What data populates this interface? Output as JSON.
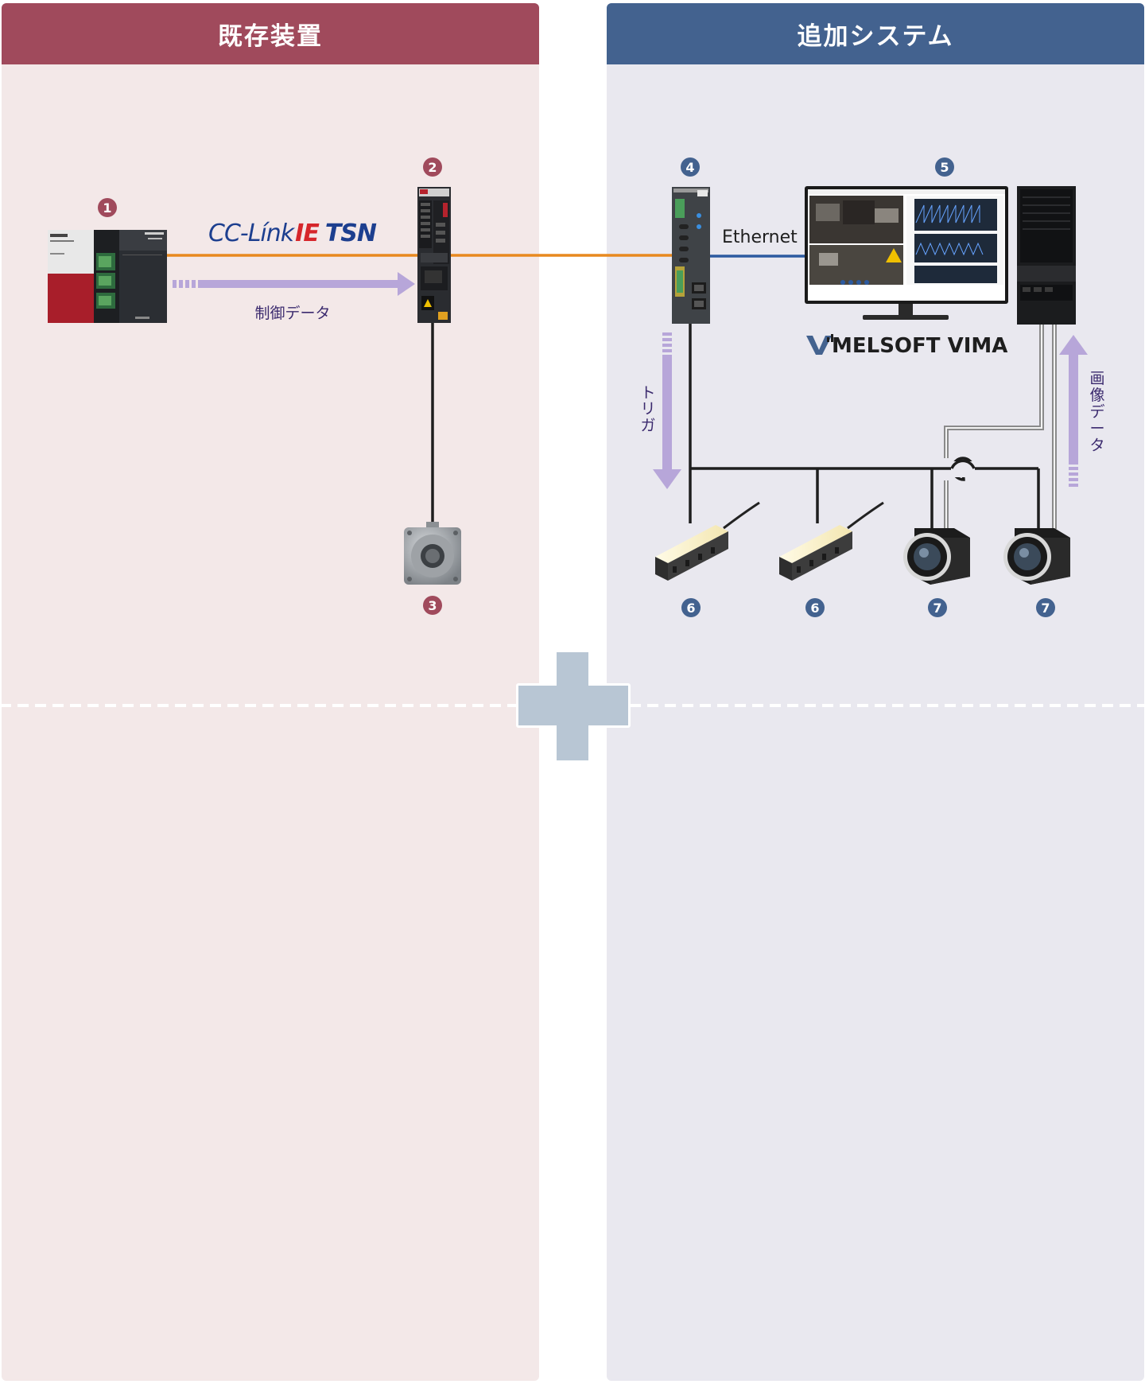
{
  "left_panel": {
    "title": "既存装置"
  },
  "right_panel": {
    "title": "追加システム"
  },
  "badges": {
    "b1": "1",
    "b2": "2",
    "b3": "3",
    "b4": "4",
    "b5": "5",
    "b6a": "6",
    "b6b": "6",
    "b7a": "7",
    "b7b": "7"
  },
  "labels": {
    "cc_link_prefix": "CC-Línk",
    "cc_link_ie": "IE",
    "cc_link_tsn": "TSN",
    "control_data": "制御データ",
    "ethernet": "Ethernet",
    "melsoft_vima": "MELSOFT VIMA",
    "trigger": [
      "ト",
      "リ",
      "ガ"
    ],
    "image_data": [
      "画",
      "像",
      "デ",
      "ー",
      "タ"
    ]
  },
  "colors": {
    "left_accent": "#a04a5c",
    "right_accent": "#43628f",
    "cc_link_blue": "#1d3f8f",
    "cc_link_red": "#d6262b",
    "orange_line": "#e8891f",
    "ethernet_blue": "#2c5aa0",
    "arrow_purple": "#b7a6d9",
    "plus_gray": "#b8c6d4"
  }
}
